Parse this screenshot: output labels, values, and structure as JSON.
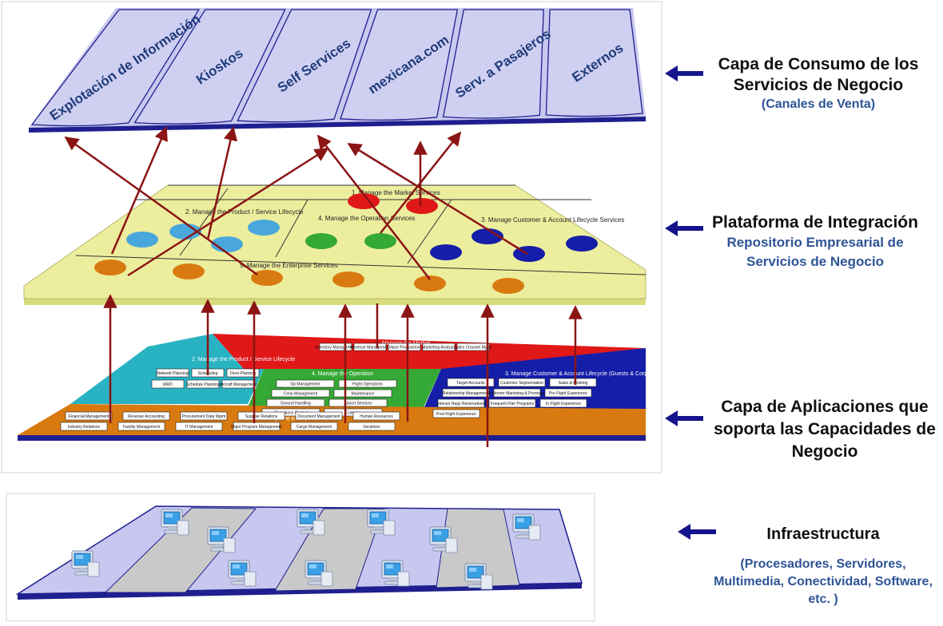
{
  "top_layer": {
    "channels": [
      "Explotación de Información",
      "Kioskos",
      "Self Services",
      "mexicana.com",
      "Serv. a Pasajeros",
      "Externos"
    ]
  },
  "integration_layer": {
    "regions": [
      "2. Manage the Product / Service Lifecycle",
      "1. Manage the Market Services",
      "4. Manage the Operation Services",
      "3. Manage Customer & Account Lifecycle Services",
      "5. Manage the Enterprise Services"
    ]
  },
  "applications_layer": {
    "regions": [
      "Manage the Market",
      "2. Manage the Product / Service Lifecycle",
      "4. Manage the Operation",
      "3. Manage Customer & Account Lifecycle (Guests & Corporate Guests)",
      "5. Manage the Enterprise"
    ],
    "boxes": {
      "market": [
        "Inventory Management",
        "Revenue Management",
        "Value Proposition",
        "Marketing Analysis",
        "Sales Channel Mgmt"
      ],
      "product": [
        "Network Planning",
        "Scheduling",
        "Fleet Planning",
        "MRO",
        "Schedule Planning",
        "Aircraft Management"
      ],
      "operation": [
        "Op Management",
        "Flight Operations",
        "Crew Management",
        "Maintenance",
        "Ground Handling",
        "Airport Services",
        "Operations Control",
        "Catering"
      ],
      "customer": [
        "Target Accounts",
        "Customer Segmentation",
        "Sales & Booking",
        "Relationship Management",
        "Customer Marketing & Promotion",
        "Pre Flight Experience",
        "Interact Regs Reservations",
        "Frequent Flier Programs",
        "In Flight Experience",
        "Post Flight Experience"
      ],
      "enterprise": [
        "Financial Management",
        "Revenue Accounting",
        "Procurement Data Mgmt",
        "Supplier Relations",
        "Document Management",
        "Human Resources",
        "Industry Relations",
        "Facility Management",
        "IT Management",
        "Major Program Management",
        "Cargo Management",
        "Vacations"
      ]
    }
  },
  "labels": {
    "consumo": {
      "title": "Capa de Consumo de los Servicios de Negocio",
      "sub": "(Canales de Venta)"
    },
    "integracion": {
      "title": "Plataforma de Integración",
      "sub": "Repositorio Empresarial de Servicios de Negocio"
    },
    "aplicaciones": {
      "title": "Capa de Aplicaciones que soporta las Capacidades de Negocio"
    },
    "infraestructura": {
      "title": "Infraestructura",
      "sub": "(Procesadores, Servidores, Multimedia, Conectividad, Software, etc. )"
    }
  },
  "colors": {
    "top_panel": "#c9c9ef",
    "top_border": "#1f1f8f",
    "integration_panel": "#ecee9e",
    "market_red": "#e01818",
    "product_teal": "#29b3c2",
    "operation_green": "#35a935",
    "customer_blue": "#141ea8",
    "enterprise_orange": "#d97a10",
    "connector": "#8b1414",
    "arrow_blue": "#14148c",
    "subtitle_blue": "#2e5496"
  },
  "icons": [
    "computer-icon",
    "left-arrow-icon"
  ]
}
